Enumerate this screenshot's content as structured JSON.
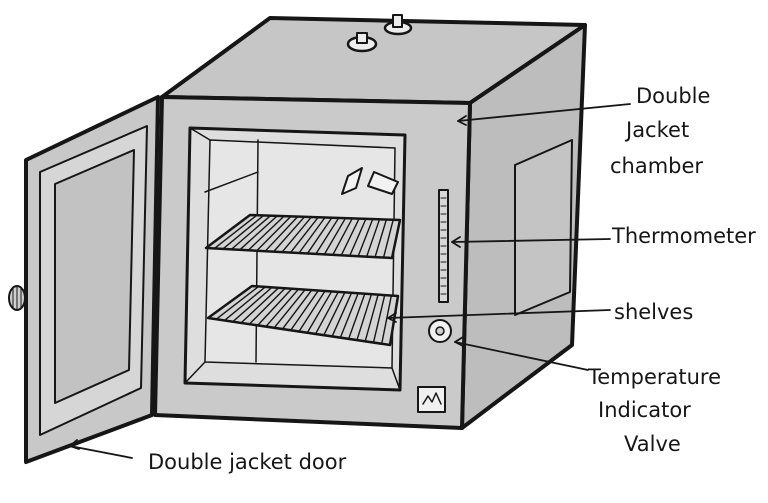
{
  "labels": {
    "double_jacket_chamber": [
      "Double",
      "Jacket",
      "chamber"
    ],
    "thermometer": "Thermometer",
    "shelves": "shelves",
    "temperature_indicator_valve": [
      "Temperature",
      "Indicator",
      "Valve"
    ],
    "double_jacket_door": "Double jacket door"
  },
  "colors": {
    "stroke": "#161616",
    "cabinet_fill": "#cacaca",
    "side_fill": "#bdbdbd",
    "interior_fill": "#dedede",
    "door_fill": "#c8c8c8",
    "glass_fill": "#c2c2c2"
  }
}
